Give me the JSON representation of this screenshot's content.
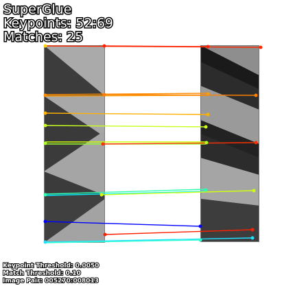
{
  "header": {
    "method": "SuperGlue",
    "keypoints": "Keypoints: 52:69",
    "matches": "Matches: 25"
  },
  "footer": {
    "keypoint_threshold": "Keypoint Threshold: 0.0050",
    "match_threshold": "Match Threshold: 0.10",
    "image_pair": "Image Pair: 005270:008013"
  },
  "colors": {
    "background": "#ffffff",
    "match_low": "#0000ff",
    "match_mid": "#00ffff",
    "match_high": "#ff0000"
  }
}
